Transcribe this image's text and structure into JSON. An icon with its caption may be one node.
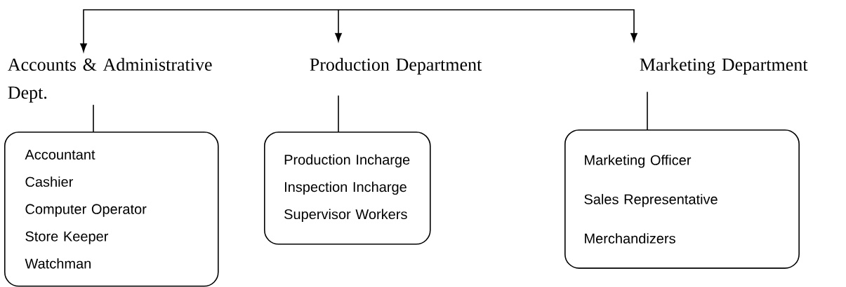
{
  "diagram": {
    "nodes": [
      {
        "text": [
          "Accounts & Administrative Dept."
        ]
      },
      {
        "text": [
          "Production Department"
        ]
      },
      {
        "text": [
          "Marketing Department"
        ]
      },
      {
        "text": [
          "Accountant",
          "Cashier",
          "Computer Operator",
          "Store Keeper",
          "Watchman"
        ]
      },
      {
        "text": [
          "Production Incharge",
          "Inspection Incharge",
          "Supervisor Workers"
        ]
      },
      {
        "text": [
          "Marketing Officer",
          "Sales Representative",
          "Merchandizers"
        ]
      }
    ],
    "edges": [
      {
        "from": null,
        "to": 0,
        "arrow": "to"
      },
      {
        "from": null,
        "to": 1,
        "arrow": "to"
      },
      {
        "from": null,
        "to": 2,
        "arrow": "to"
      },
      {
        "from": 0,
        "to": 3,
        "arrow": "none"
      },
      {
        "from": 1,
        "to": 4,
        "arrow": "none"
      },
      {
        "from": 2,
        "to": 5,
        "arrow": "none"
      }
    ]
  }
}
